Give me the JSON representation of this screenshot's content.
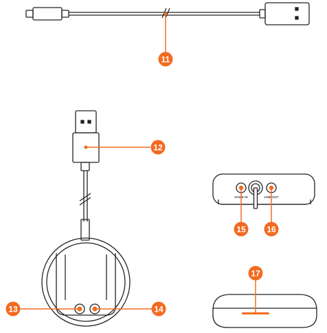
{
  "accent_color": "#f26b21",
  "line_color": "#222222",
  "callouts": [
    {
      "id": "11",
      "label": "11",
      "part": "usb-cable"
    },
    {
      "id": "12",
      "label": "12",
      "part": "usb-dongle-plug"
    },
    {
      "id": "13",
      "label": "13",
      "part": "puck-left-jack"
    },
    {
      "id": "14",
      "label": "14",
      "part": "puck-right-jack"
    },
    {
      "id": "15",
      "label": "15",
      "part": "game-in-jack"
    },
    {
      "id": "16",
      "label": "16",
      "part": "line-out-jack"
    },
    {
      "id": "17",
      "label": "17",
      "part": "status-led"
    }
  ],
  "port_labels": {
    "game_in": "GAME IN",
    "line_out": "LINE OUT"
  }
}
